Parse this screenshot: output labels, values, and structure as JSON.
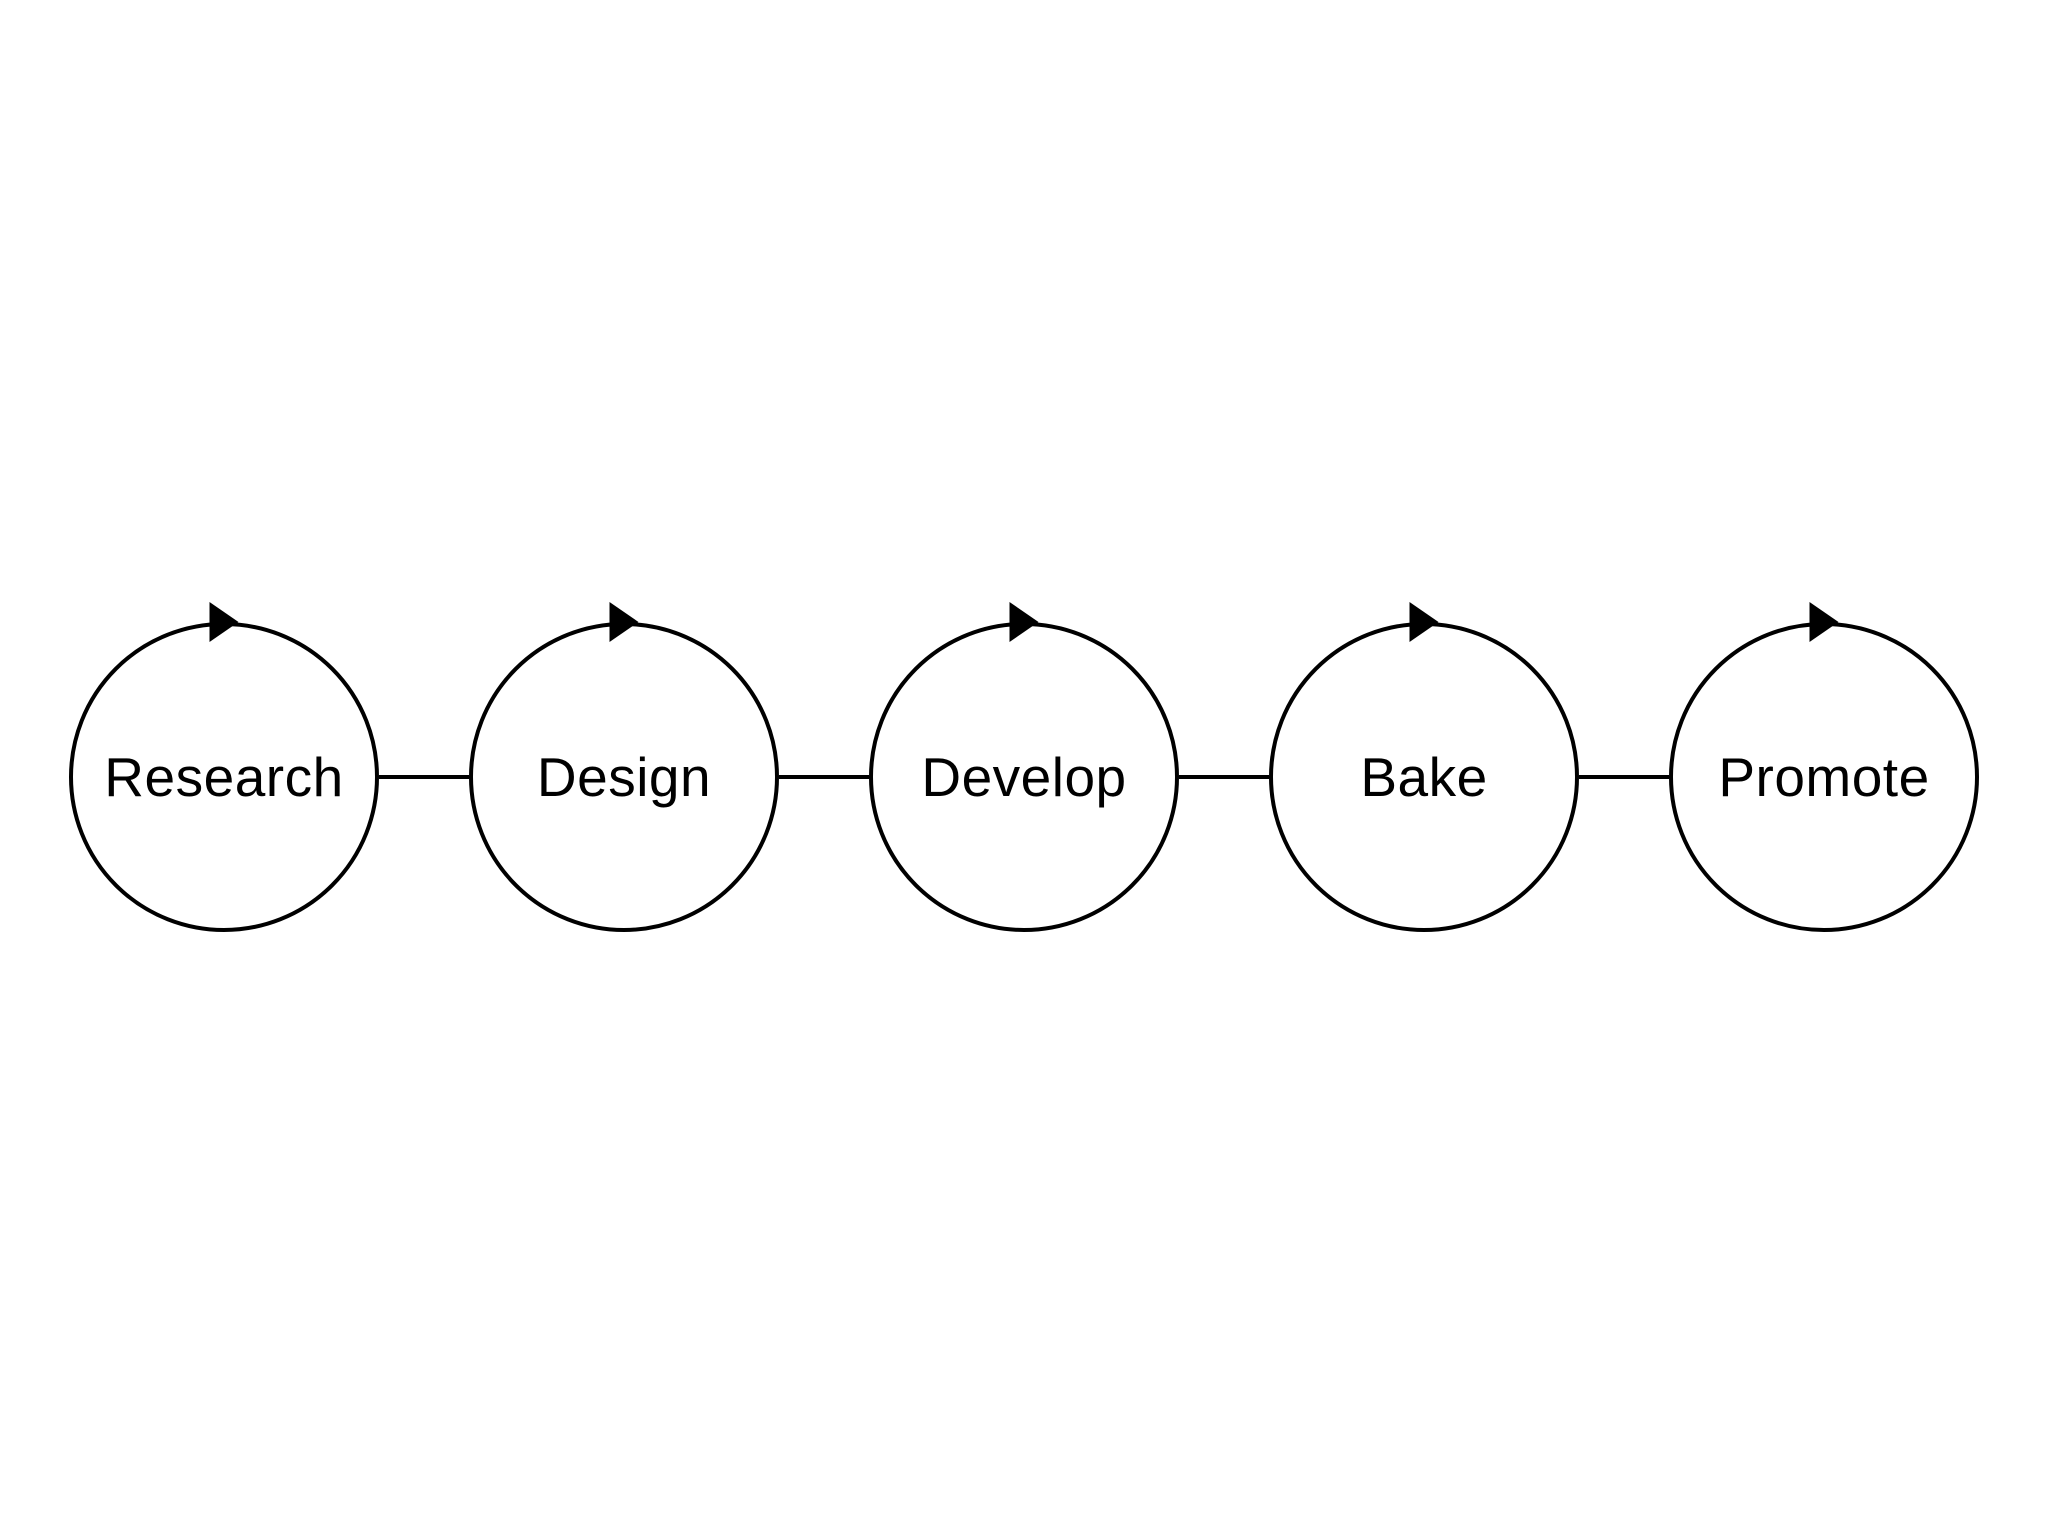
{
  "diagram": {
    "stages": [
      {
        "label": "Research"
      },
      {
        "label": "Design"
      },
      {
        "label": "Develop"
      },
      {
        "label": "Bake"
      },
      {
        "label": "Promote"
      }
    ],
    "node_icon": "clockwise-arrow",
    "colors": {
      "stroke": "#000000",
      "text": "#000000",
      "background": "#ffffff"
    }
  }
}
